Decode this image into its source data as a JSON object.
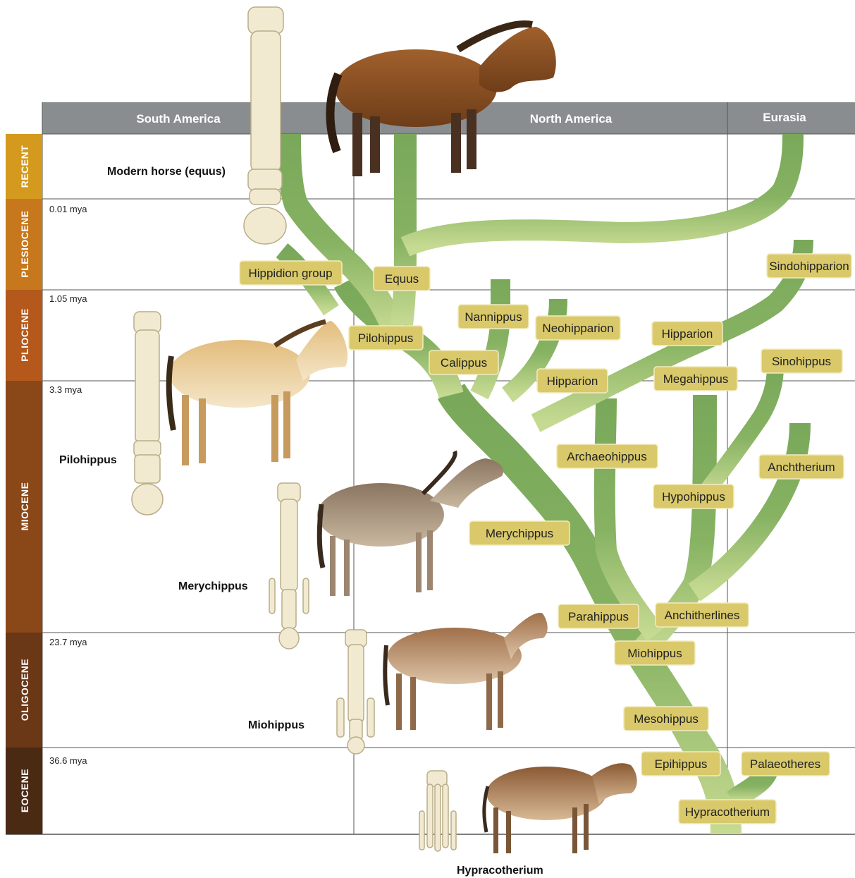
{
  "regions": [
    "South America",
    "North America",
    "Eurasia"
  ],
  "epochs": [
    {
      "name": "RECENT",
      "color": "#d39a1e"
    },
    {
      "name": "PLESIOCENE",
      "color": "#c7781d"
    },
    {
      "name": "PLIOCENE",
      "color": "#b4581b"
    },
    {
      "name": "MIOCENE",
      "color": "#8a4818"
    },
    {
      "name": "OLIGOCENE",
      "color": "#6a3717"
    },
    {
      "name": "EOCENE",
      "color": "#4b2a14"
    }
  ],
  "time_markers": [
    "0.01 mya",
    "1.05 mya",
    "3.3 mya",
    "23.7 mya",
    "36.6 mya"
  ],
  "animals": [
    {
      "label": "Modern horse (equus)"
    },
    {
      "label": "Pilohippus"
    },
    {
      "label": "Merychippus"
    },
    {
      "label": "Miohippus"
    },
    {
      "label": "Hypracotherium"
    }
  ],
  "genera": [
    "Hippidion group",
    "Equus",
    "Sindohipparion",
    "Nannippus",
    "Neohipparion",
    "Pilohippus",
    "Hipparion",
    "Calippus",
    "Hipparion",
    "Megahippus",
    "Sinohippus",
    "Archaeohippus",
    "Anchtherium",
    "Hypohippus",
    "Merychippus",
    "Parahippus",
    "Anchitherlines",
    "Miohippus",
    "Mesohippus",
    "Epihippus",
    "Palaeotheres",
    "Hypracotherium"
  ],
  "colors": {
    "header": "#8a8d8f",
    "tree_dark": "#79a85a",
    "tree_light": "#bed58c",
    "label_box": "#d9c96a",
    "grid": "#555555"
  }
}
